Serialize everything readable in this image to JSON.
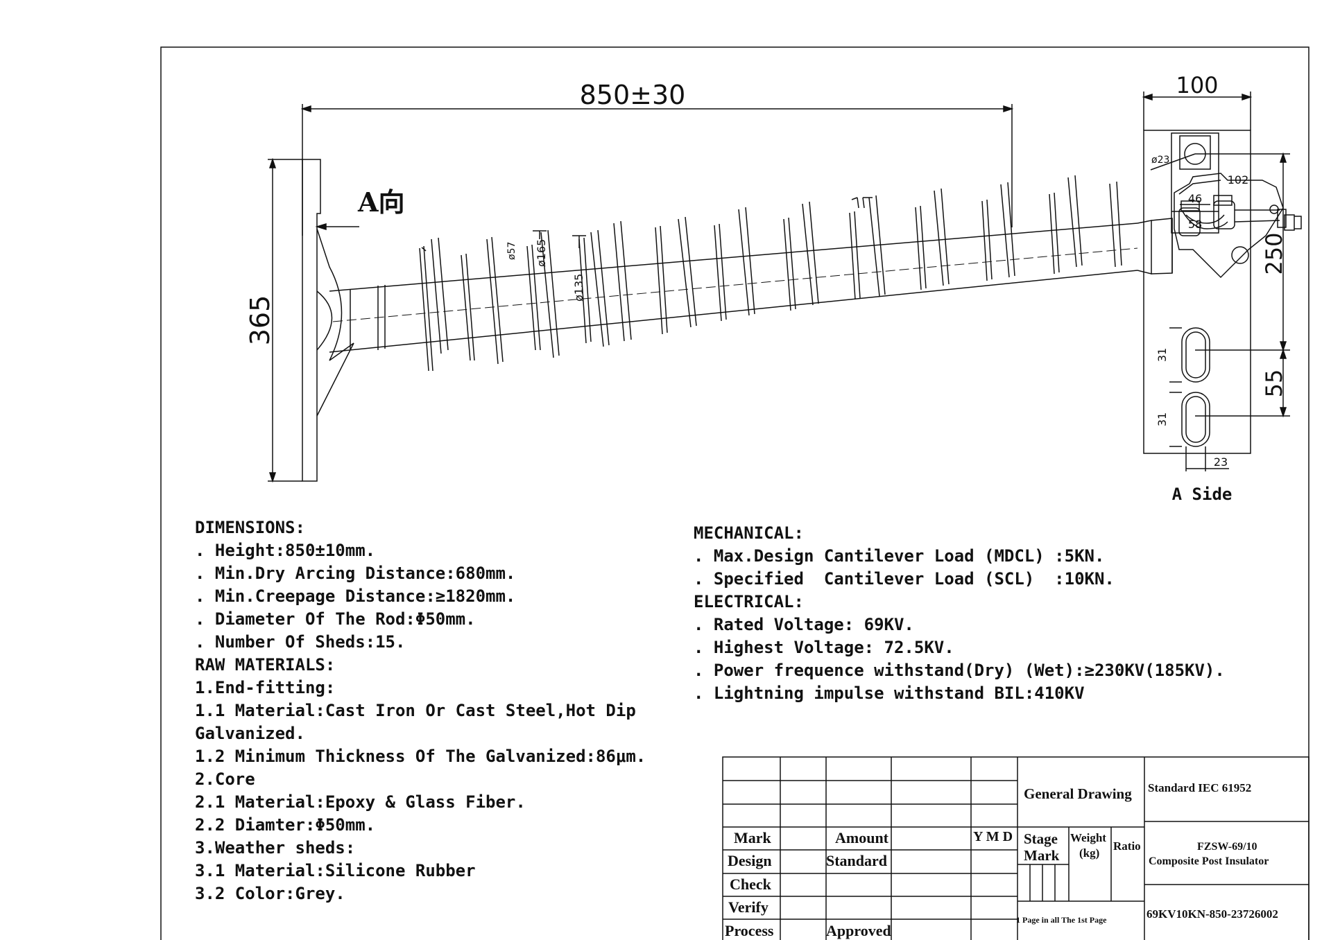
{
  "drawing": {
    "overall_length": "850±30",
    "height_dim": "365",
    "a_direction": "A向",
    "d165": "ø165",
    "d57": "ø57",
    "d135": "ø135",
    "fitting_width": "102"
  },
  "a_side": {
    "title": "A Side",
    "width": "100",
    "hole": "ø23",
    "d46": "46",
    "d58": "58",
    "d250": "250",
    "d55": "55",
    "slot1": "31",
    "slot2": "31",
    "d23": "23"
  },
  "specs_left": [
    "DIMENSIONS:",
    ". Height:850±10mm.",
    ". Min.Dry Arcing Distance:680mm.",
    ". Min.Creepage Distance:≥1820mm.",
    ". Diameter Of The Rod:Φ50mm.",
    ". Number Of Sheds:15.",
    "RAW MATERIALS:",
    "1.End-fitting:",
    "1.1 Material:Cast Iron Or Cast Steel,Hot Dip",
    "Galvanized.",
    "1.2 Minimum Thickness Of The Galvanized:86μm.",
    "2.Core",
    "2.1 Material:Epoxy & Glass Fiber.",
    "2.2 Diamter:Φ50mm.",
    "3.Weather sheds:",
    "3.1 Material:Silicone Rubber",
    "3.2 Color:Grey."
  ],
  "specs_right": [
    "MECHANICAL:",
    ". Max.Design Cantilever Load (MDCL) :5KN.",
    ". Specified  Cantilever Load (SCL)  :10KN.",
    "ELECTRICAL:",
    ". Rated Voltage: 69KV.",
    ". Highest Voltage: 72.5KV.",
    ". Power frequence withstand(Dry) (Wet):≥230KV(185KV).",
    ". Lightning impulse withstand BIL:410KV"
  ],
  "title_block": {
    "mark": "Mark",
    "amount": "Amount",
    "ymd": "Y M D",
    "design": "Design",
    "standard_val": "Standard",
    "check": "Check",
    "verify": "Verify",
    "process": "Process",
    "approved": "Approved",
    "general_drawing": "General Drawing",
    "stage_mark_1": "Stage",
    "stage_mark_2": "Mark",
    "weight_1": "Weight",
    "weight_2": "(kg)",
    "ratio": "Ratio",
    "standard_iec": "Standard IEC 61952",
    "model": "FZSW-69/10",
    "product": "Composite Post Insulator",
    "page_info": "1 Page in all The 1st Page",
    "drawing_no": "69KV10KN-850-23726002"
  }
}
